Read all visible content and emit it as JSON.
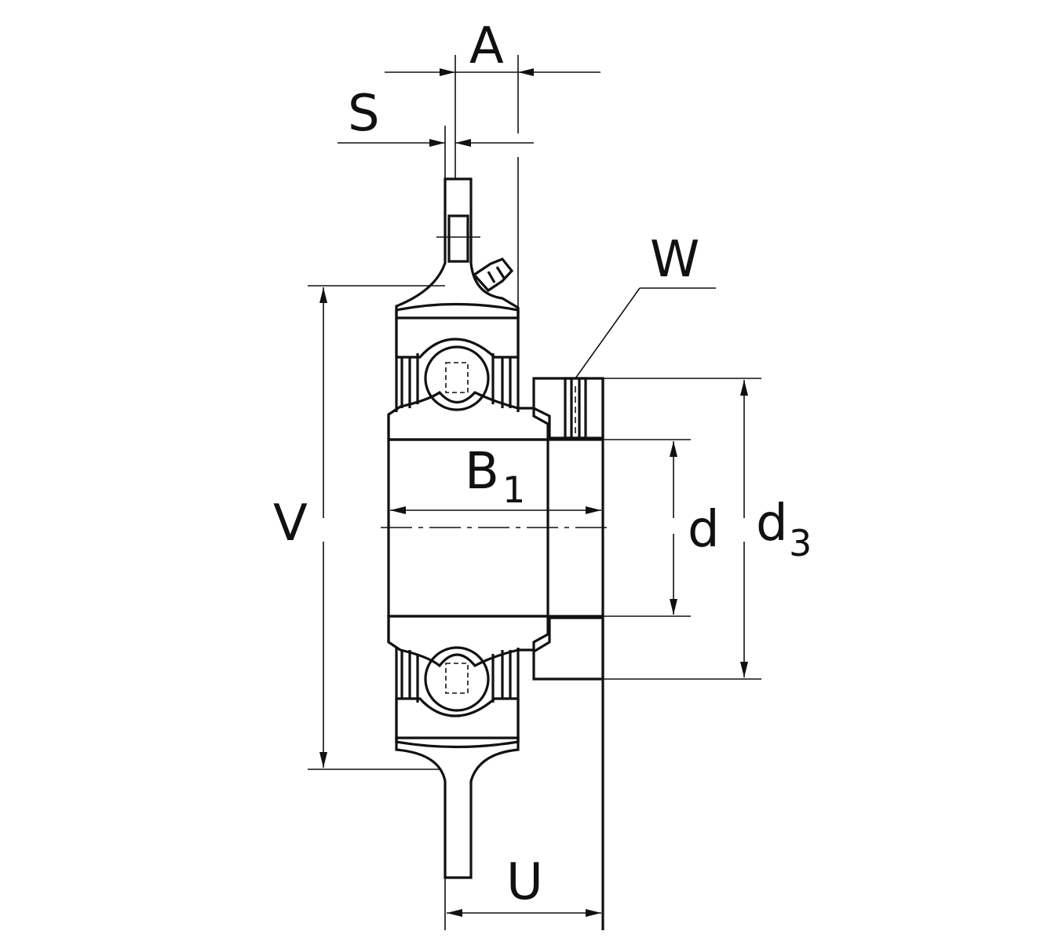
{
  "diagram": {
    "labels": {
      "A": "A",
      "S": "S",
      "W": "W",
      "B": "B",
      "B_sub": "1",
      "V": "V",
      "d": "d",
      "d3": "d",
      "d3_sub": "3",
      "U": "U"
    },
    "colors": {
      "line": "#111111",
      "background": "#ffffff"
    }
  }
}
